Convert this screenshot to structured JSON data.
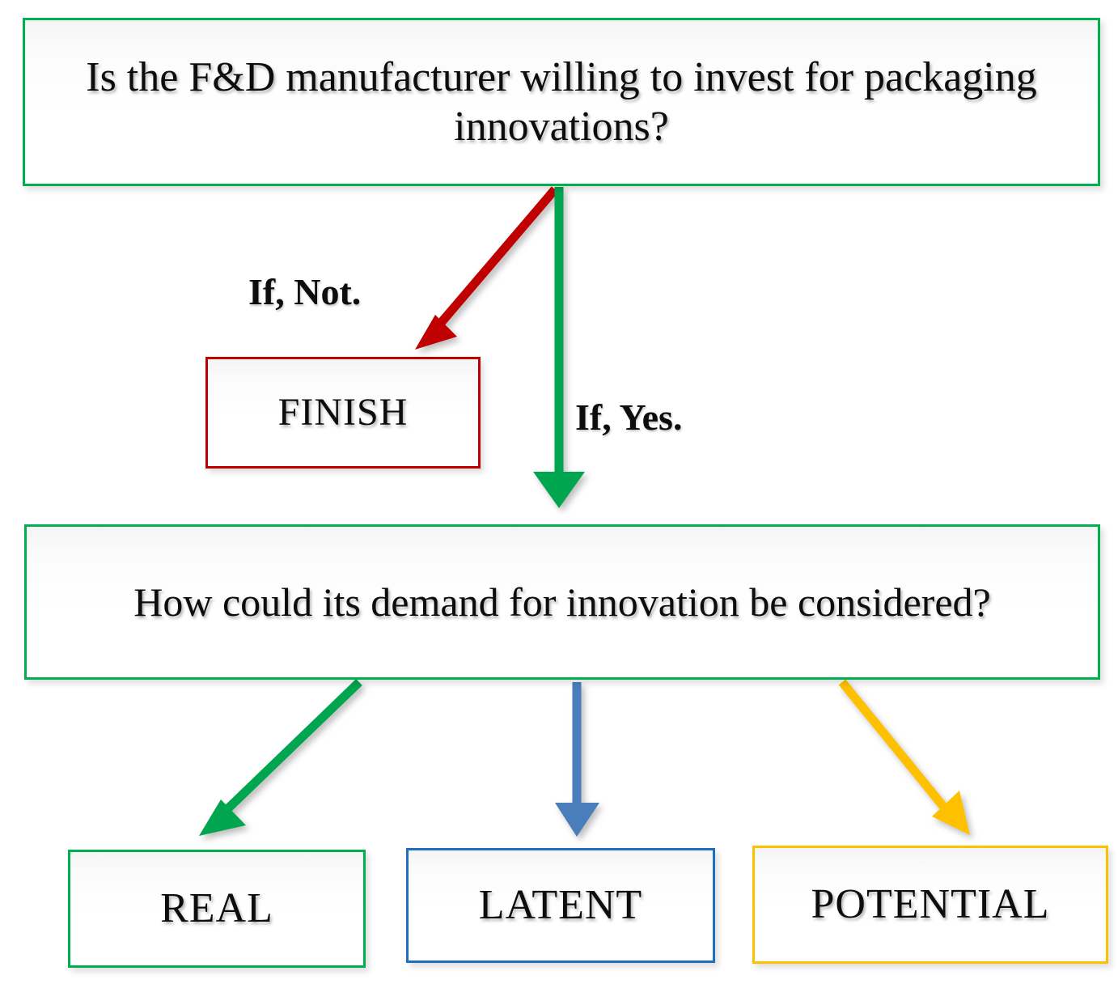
{
  "diagram": {
    "title": "Packaging innovation demand decision flowchart",
    "nodes": {
      "question_invest": "Is the F&D manufacturer willing to invest for packaging innovations?",
      "finish": "FINISH",
      "question_demand": "How could its demand for innovation be considered?",
      "outcome_real": "REAL",
      "outcome_latent": "LATENT",
      "outcome_potential": "POTENTIAL"
    },
    "edge_labels": {
      "if_not": "If, Not.",
      "if_yes": "If, Yes."
    },
    "colors": {
      "green": "#00B050",
      "arrow_green": "#00A650",
      "red": "#C00000",
      "arrow_red": "#C00000",
      "blue": "#1F6FC0",
      "arrow_blue": "#4A7EBB",
      "yellow": "#FFC000",
      "arrow_yellow": "#FFC000",
      "text": "#0D0D0D",
      "background": "#FFFFFF"
    }
  }
}
